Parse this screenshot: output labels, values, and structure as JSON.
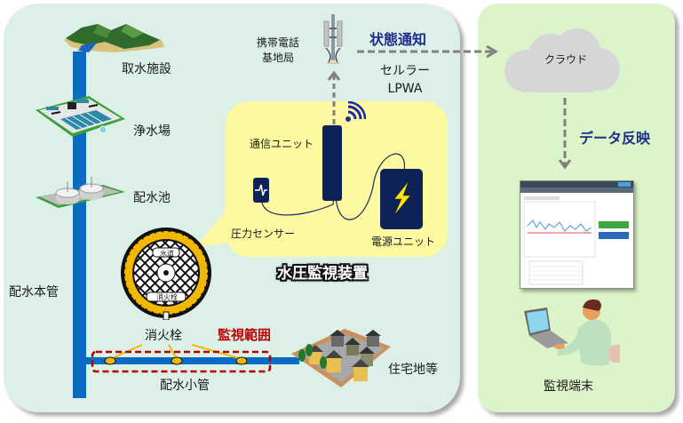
{
  "diagram": {
    "title": "水圧監視装置",
    "left_panel": {
      "labels": {
        "intake": "取水施設",
        "treatment_plant": "浄水場",
        "reservoir": "配水池",
        "main_pipe": "配水本管",
        "hydrant": "消火栓",
        "monitoring_range": "監視範囲",
        "small_pipe": "配水小管",
        "residential": "住宅地等",
        "base_station_line1": "携帯電話",
        "base_station_line2": "基地局",
        "network_line1": "セルラー",
        "network_line2": "LPWA",
        "status_notification": "状態通知"
      },
      "hydrant_cover": {
        "top_text": "水道",
        "bottom_text": "消火栓"
      },
      "device": {
        "title": "水圧監視装置",
        "comm_unit": "通信ユニット",
        "pressure_sensor": "圧力センサー",
        "power_unit": "電源ユニット"
      }
    },
    "right_panel": {
      "cloud": "クラウド",
      "data_reflection": "データ反映",
      "terminal": "監視端末"
    },
    "icons": {
      "intake": "mountain-river-icon",
      "treatment_plant": "water-treatment-plant-icon",
      "reservoir": "reservoir-tanks-icon",
      "hydrant": "hydrant-manhole-cover-icon",
      "base_station": "cell-tower-icon",
      "wireless": "wifi-signal-icon",
      "sensor": "pressure-waveform-icon",
      "power": "lightning-bolt-icon",
      "houses": "residential-houses-icon",
      "cloud": "cloud-icon",
      "monitor": "dashboard-screen-icon",
      "operator": "person-at-laptop-icon"
    },
    "colors": {
      "left_panel_bg": "#dcf0e8",
      "right_panel_bg": "#dcf5c8",
      "pipe": "#0b6cc1",
      "device_bubble": "#fdf9a0",
      "device_units": "#0d2257",
      "accent_blue_text": "#1f2d8c",
      "accent_red_text": "#c00000",
      "dashed_arrow": "#808080",
      "cloud": "#d6d6d6"
    }
  }
}
